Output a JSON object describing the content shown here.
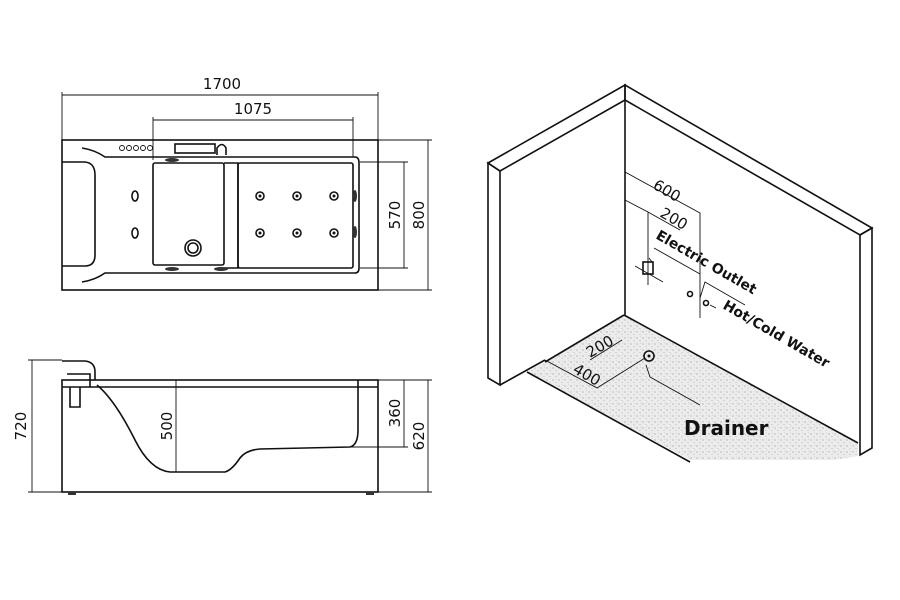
{
  "top_view": {
    "dim_length": "1700",
    "dim_basin_length": "1075",
    "dim_basin_width": "570",
    "dim_width": "800"
  },
  "side_view": {
    "dim_total_height": "720",
    "dim_depth": "500",
    "dim_step": "360",
    "dim_height": "620"
  },
  "installation": {
    "dim_600": "600",
    "dim_200_wall": "200",
    "electric_outlet": "Electric Outlet",
    "hot_cold_water": "Hot/Cold Water",
    "dim_200_floor": "200",
    "dim_400_floor": "400",
    "drainer": "Drainer"
  },
  "colors": {
    "line": "#111111",
    "floor": "#e4e4e4"
  }
}
